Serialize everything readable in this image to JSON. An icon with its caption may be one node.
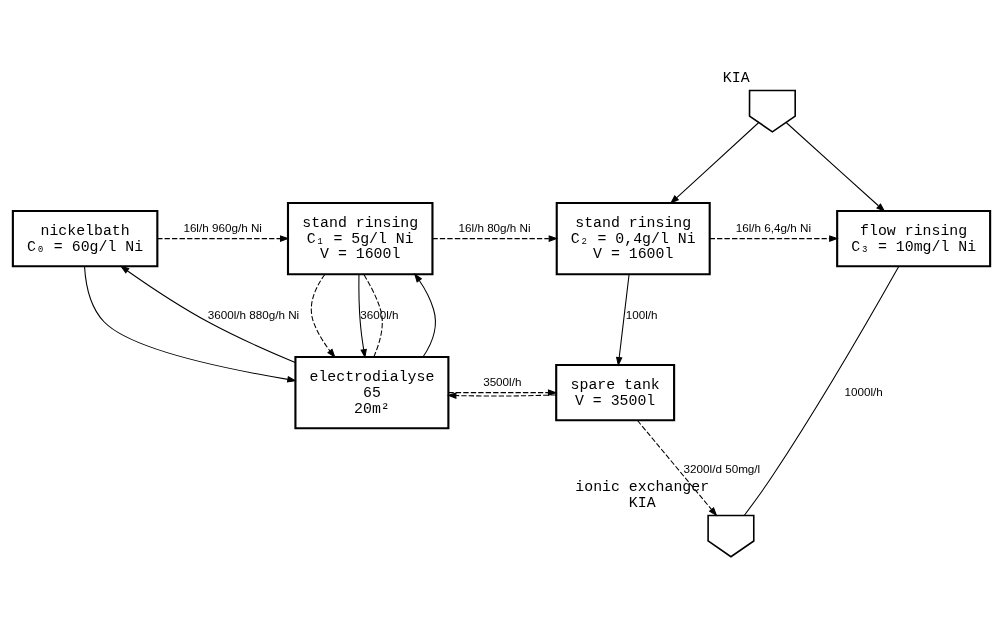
{
  "diagram": {
    "nodes": [
      {
        "text": [
          "nickelbath",
          "C₀ = 60g/l Ni"
        ]
      },
      {
        "text": [
          "stand rinsing",
          "C₁ = 5g/l Ni",
          "V = 1600l"
        ]
      },
      {
        "text": [
          "stand rinsing",
          "C₂ = 0,4g/l Ni",
          "V = 1600l"
        ]
      },
      {
        "text": [
          "flow rinsing",
          "C₃ = 10mg/l Ni"
        ]
      },
      {
        "text": [
          "electrodialyse",
          "65",
          "20m²"
        ]
      },
      {
        "text": [
          "spare tank",
          "V = 3500l"
        ]
      },
      {
        "text": [],
        "shape": "arrow",
        "beside": [
          "KIA"
        ]
      },
      {
        "text": [],
        "shape": "arrow",
        "beside": [
          "ionic exchanger",
          "KIA"
        ]
      }
    ],
    "edges": [
      {
        "from": 0,
        "to": 1,
        "arrow": "to",
        "style": "dashed",
        "label": "16l/h 960g/h Ni"
      },
      {
        "from": 1,
        "to": 2,
        "arrow": "to",
        "style": "dashed",
        "label": "16l/h 80g/h Ni"
      },
      {
        "from": 2,
        "to": 3,
        "arrow": "to",
        "style": "dashed",
        "label": "16l/h 6,4g/h Ni"
      },
      {
        "from": 6,
        "to": 2,
        "arrow": "to"
      },
      {
        "from": 6,
        "to": 3,
        "arrow": "to"
      },
      {
        "from": 0,
        "to": 4,
        "arrow": "to"
      },
      {
        "from": 4,
        "to": 0,
        "arrow": "to",
        "label": "3600l/h 880g/h Ni"
      },
      {
        "from": 1,
        "to": 4,
        "arrow": "to",
        "style": "dashed"
      },
      {
        "from": 1,
        "to": 4,
        "arrow": "to",
        "label": "3600l/h"
      },
      {
        "from": 4,
        "to": 1,
        "arrow": "none",
        "style": "dashed"
      },
      {
        "from": 4,
        "to": 1,
        "arrow": "to"
      },
      {
        "from": 2,
        "to": 5,
        "arrow": "to",
        "label": "100l/h"
      },
      {
        "from": 4,
        "to": 5,
        "arrow": "to",
        "style": "dashed",
        "label": "3500l/h"
      },
      {
        "from": 5,
        "to": 4,
        "arrow": "to",
        "style": "dashed"
      },
      {
        "from": 3,
        "to": 7,
        "arrow": "none",
        "label": "1000l/h"
      },
      {
        "from": 5,
        "to": 7,
        "arrow": "to",
        "style": "dashed",
        "label": "3200l/d 50mg/l"
      }
    ]
  }
}
